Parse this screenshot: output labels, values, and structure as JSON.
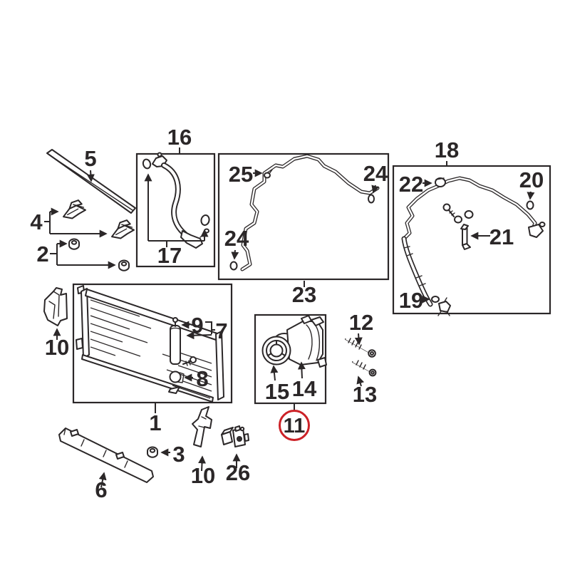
{
  "diagram": {
    "highlighted_callout": "11",
    "colors": {
      "line": "#2b2728",
      "highlight": "#cc2127",
      "background": "#ffffff"
    },
    "callouts": {
      "n1": "1",
      "n2": "2",
      "n3": "3",
      "n4": "4",
      "n5": "5",
      "n6": "6",
      "n7": "7",
      "n8": "8",
      "n9": "9",
      "n10_left": "10",
      "n10_bottom": "10",
      "n11": "11",
      "n12": "12",
      "n13": "13",
      "n14": "14",
      "n15": "15",
      "n16": "16",
      "n17": "17",
      "n18": "18",
      "n19": "19",
      "n20": "20",
      "n21": "21",
      "n22": "22",
      "n23": "23",
      "n24_right": "24",
      "n24_left": "24",
      "n25": "25",
      "n26": "26"
    }
  }
}
